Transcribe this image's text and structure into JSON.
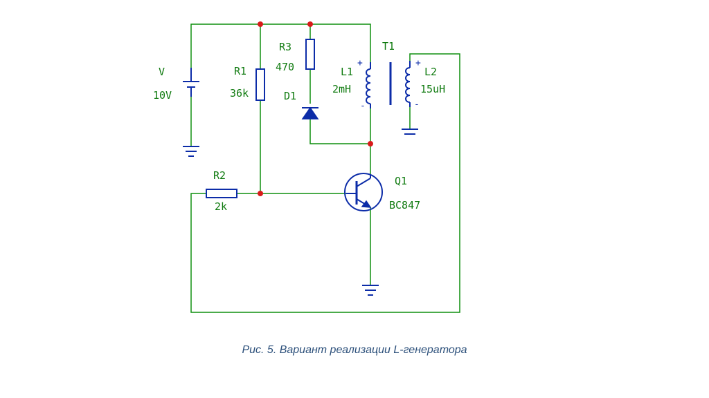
{
  "colors": {
    "wire": "#0f8f0f",
    "component": "#0c2ca8",
    "node": "#d81b1b",
    "label": "#0f7a0f",
    "caption": "#2b4f7a"
  },
  "labels": {
    "v_name": "V",
    "v_value": "10V",
    "r1_name": "R1",
    "r1_value": "36k",
    "r3_name": "R3",
    "r3_value": "470",
    "d1_name": "D1",
    "t1_name": "T1",
    "l1_name": "L1",
    "l1_value": "2mH",
    "l2_name": "L2",
    "l2_value": "15uH",
    "r2_name": "R2",
    "r2_value": "2k",
    "q1_name": "Q1",
    "q1_value": "BC847",
    "plus_l1": "+",
    "plus_l2": "+",
    "minus_l1": "-",
    "minus_l2": "-"
  },
  "caption": "Рис. 5. Вариант реализации L-генератора"
}
